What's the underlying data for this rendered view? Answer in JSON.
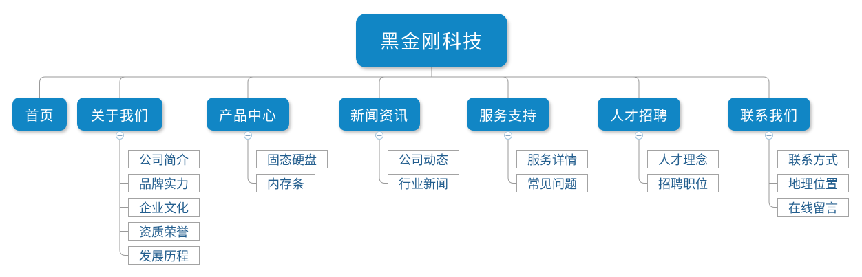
{
  "diagram": {
    "root": {
      "label": "黑金刚科技"
    },
    "branches": [
      {
        "label": "首页",
        "children": []
      },
      {
        "label": "关于我们",
        "children": [
          "公司简介",
          "品牌实力",
          "企业文化",
          "资质荣誉",
          "发展历程"
        ]
      },
      {
        "label": "产品中心",
        "children": [
          "固态硬盘",
          "内存条"
        ]
      },
      {
        "label": "新闻资讯",
        "children": [
          "公司动态",
          "行业新闻"
        ]
      },
      {
        "label": "服务支持",
        "children": [
          "服务详情",
          "常见问题"
        ]
      },
      {
        "label": "人才招聘",
        "children": [
          "人才理念",
          "招聘职位"
        ]
      },
      {
        "label": "联系我们",
        "children": [
          "联系方式",
          "地理位置",
          "在线留言"
        ]
      }
    ],
    "toggle": {
      "symbol": "−",
      "state": "expanded"
    }
  },
  "colors": {
    "node_fill": "#1186c5",
    "node_text": "#ffffff",
    "child_text": "#235e8e",
    "child_border": "#a3a3a3",
    "connector": "#9a9a9a",
    "toggle_border": "#a4c7de"
  }
}
